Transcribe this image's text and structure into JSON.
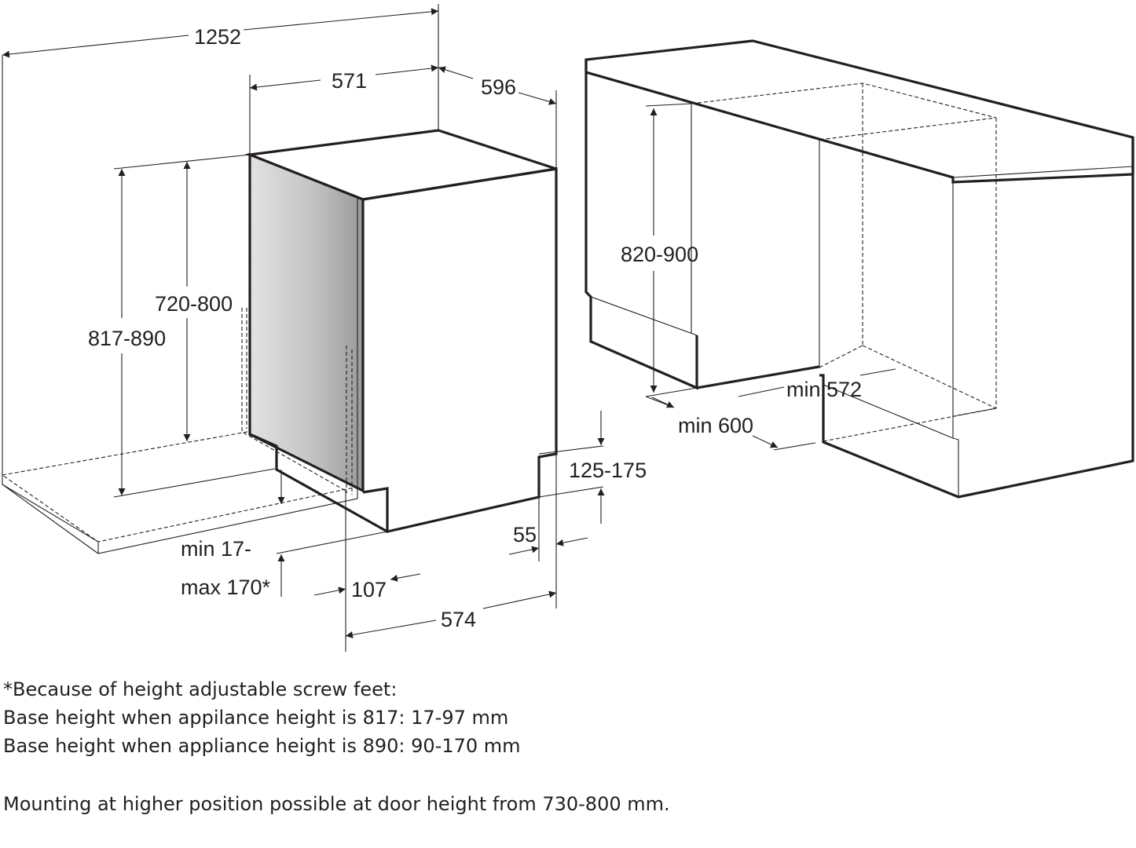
{
  "dimensions": {
    "overall_width": "1252",
    "appliance_width": "571",
    "appliance_depth": "596",
    "appliance_height": "817-890",
    "door_height": "720-800",
    "base_height": "min 17-",
    "base_height_max": "max 170*",
    "foot_offset": "107",
    "depth_bottom": "574",
    "plinth_recess": "55",
    "plinth_height": "125-175",
    "niche_height": "820-900",
    "niche_depth": "min 572",
    "niche_width": "min 600"
  },
  "notes": {
    "line_1": "*Because of height adjustable screw feet:",
    "line_2": "Base height when appilance height is 817: 17-97 mm",
    "line_3": "Base height when appliance height is 890: 90-170 mm",
    "line_4": "Mounting at higher position possible at door height from 730-800 mm."
  },
  "colors": {
    "line": "#231f20",
    "door_panel_light": "#e6e6e6",
    "door_panel_dark": "#9c9c9c"
  }
}
